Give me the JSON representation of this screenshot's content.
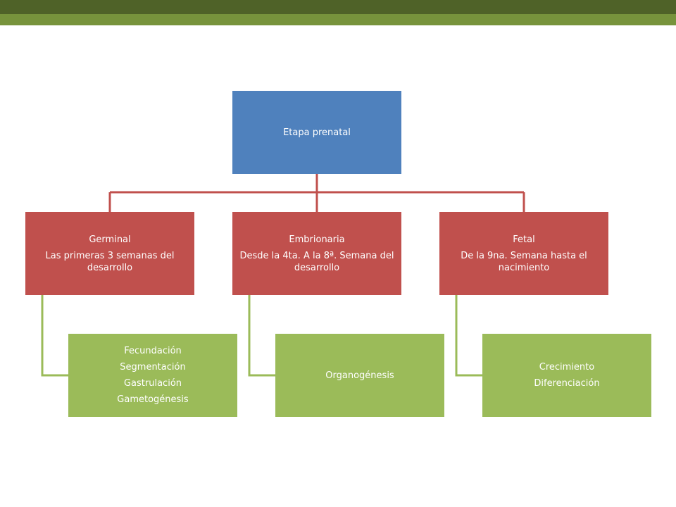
{
  "colors": {
    "header_dark": "#4f6228",
    "header_accent": "#77933c",
    "root_fill": "#4f81bd",
    "stage_fill": "#c0504d",
    "detail_fill": "#9bbb59",
    "stage_connector": "#c0504d",
    "detail_connector": "#9bbb59"
  },
  "root": {
    "label": "Etapa prenatal"
  },
  "stages": [
    {
      "title": "Germinal",
      "description": "Las primeras 3 semanas del desarrollo"
    },
    {
      "title": "Embrionaria",
      "description": "Desde la 4ta. A la 8ª. Semana del desarrollo"
    },
    {
      "title": "Fetal",
      "description": "De la 9na. Semana hasta el nacimiento"
    }
  ],
  "details": [
    {
      "items": [
        "Fecundación",
        "Segmentación",
        "Gastrulación",
        "Gametogénesis"
      ]
    },
    {
      "items": [
        "Organogénesis"
      ]
    },
    {
      "items": [
        "Crecimiento",
        "Diferenciación"
      ]
    }
  ]
}
